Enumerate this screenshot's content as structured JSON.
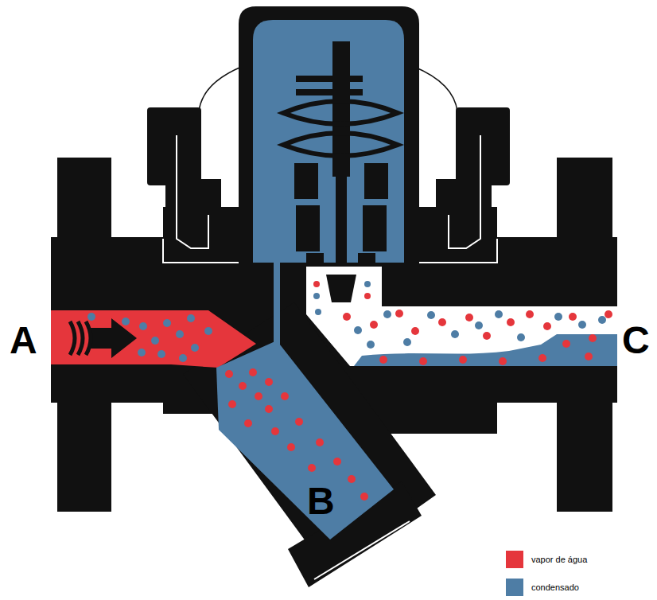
{
  "diagram": {
    "labels": [
      "A",
      "B",
      "C"
    ],
    "legend": [
      {
        "text": "vapor de água",
        "color": "#e5363c"
      },
      {
        "text": "condensado",
        "color": "#4e7da5"
      }
    ]
  }
}
